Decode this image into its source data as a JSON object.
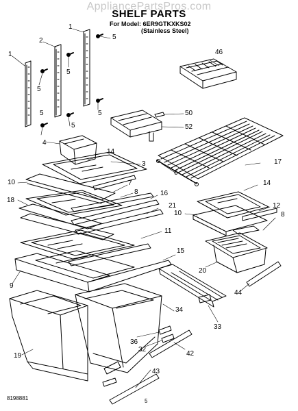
{
  "watermark": "AppliancePartsPros.com",
  "header": {
    "title": "SHELF PARTS",
    "model_line": "For Model: 6ER9GTKXKS02",
    "variant": "(Stainless Steel)"
  },
  "footer": {
    "part_number": "8198881",
    "page": "5"
  },
  "callouts": [
    {
      "key": "c1a",
      "text": "1"
    },
    {
      "key": "c1b",
      "text": "1"
    },
    {
      "key": "c2",
      "text": "2"
    },
    {
      "key": "c5a",
      "text": "5"
    },
    {
      "key": "c5b",
      "text": "5"
    },
    {
      "key": "c5c",
      "text": "5"
    },
    {
      "key": "c5d",
      "text": "5"
    },
    {
      "key": "c5e",
      "text": "5"
    },
    {
      "key": "c5f",
      "text": "5"
    },
    {
      "key": "c46",
      "text": "46"
    },
    {
      "key": "c50",
      "text": "50"
    },
    {
      "key": "c52",
      "text": "52"
    },
    {
      "key": "c4",
      "text": "4"
    },
    {
      "key": "c14a",
      "text": "14"
    },
    {
      "key": "c3",
      "text": "3"
    },
    {
      "key": "c6",
      "text": "6"
    },
    {
      "key": "c10a",
      "text": "10"
    },
    {
      "key": "c7",
      "text": "7"
    },
    {
      "key": "c17",
      "text": "17"
    },
    {
      "key": "c8a",
      "text": "8"
    },
    {
      "key": "c18",
      "text": "18"
    },
    {
      "key": "c16",
      "text": "16"
    },
    {
      "key": "c14b",
      "text": "14"
    },
    {
      "key": "c12",
      "text": "12"
    },
    {
      "key": "c21",
      "text": "21"
    },
    {
      "key": "c10b",
      "text": "10"
    },
    {
      "key": "c8b",
      "text": "8"
    },
    {
      "key": "c11",
      "text": "11"
    },
    {
      "key": "c15",
      "text": "15"
    },
    {
      "key": "c20",
      "text": "20"
    },
    {
      "key": "c9",
      "text": "9"
    },
    {
      "key": "c44",
      "text": "44"
    },
    {
      "key": "c34",
      "text": "34"
    },
    {
      "key": "c33",
      "text": "33"
    },
    {
      "key": "c36",
      "text": "36"
    },
    {
      "key": "c32",
      "text": "32"
    },
    {
      "key": "c42",
      "text": "42"
    },
    {
      "key": "c19",
      "text": "19"
    },
    {
      "key": "c43",
      "text": "43"
    }
  ]
}
